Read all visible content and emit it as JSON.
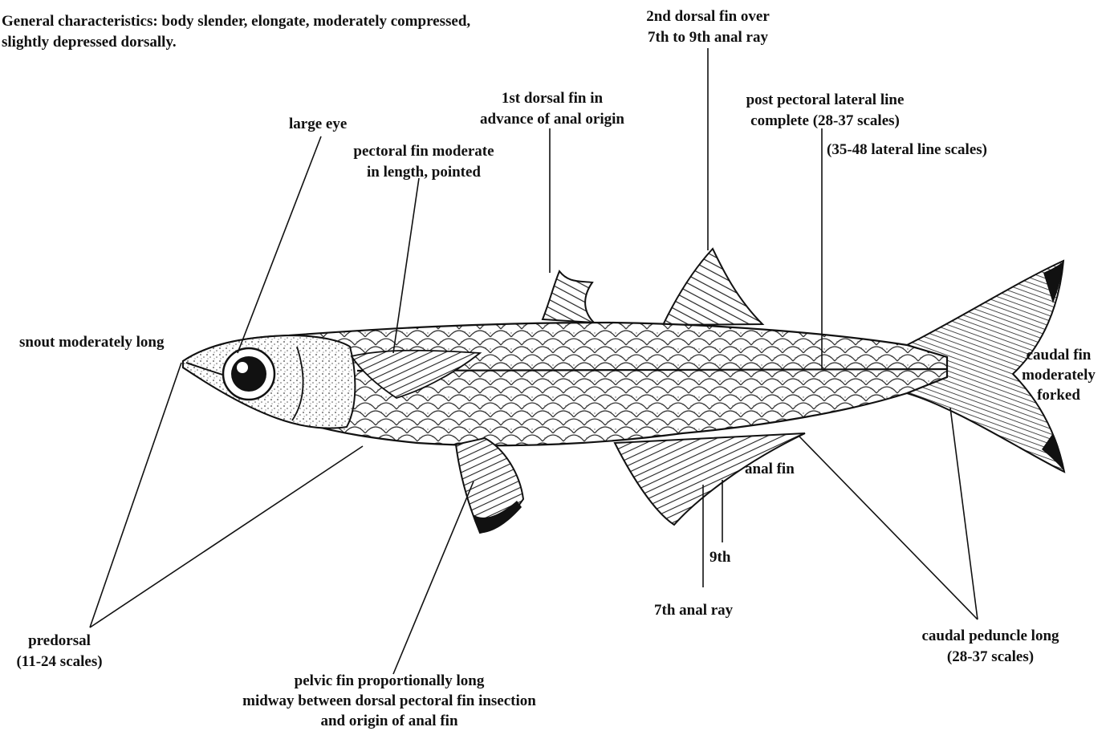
{
  "general": {
    "line1": "General characteristics:  body slender, elongate, moderately compressed,",
    "line2": "slightly depressed dorsally."
  },
  "labels": {
    "dorsal2": {
      "line1": "2nd dorsal fin over",
      "line2": "7th to 9th anal ray"
    },
    "dorsal1": {
      "line1": "1st dorsal fin in",
      "line2": "advance of anal origin"
    },
    "postpectoral": {
      "line1": "post pectoral lateral line",
      "line2": "complete (28-37 scales)"
    },
    "lateral_scales": "(35-48 lateral line scales)",
    "eye": "large eye",
    "pectoral": {
      "line1": "pectoral fin moderate",
      "line2": "in length, pointed"
    },
    "snout": "snout moderately long",
    "caudal_fin": {
      "line1": "caudal fin",
      "line2": "moderately",
      "line3": "forked"
    },
    "anal_fin": "anal fin",
    "ninth": "9th",
    "seventh": "7th anal ray",
    "peduncle": {
      "line1": "caudal peduncle long",
      "line2": "(28-37 scales)"
    },
    "predorsal": {
      "line1": "predorsal",
      "line2": "(11-24 scales)"
    },
    "pelvic": {
      "line1": "pelvic fin proportionally long",
      "line2": "midway between dorsal pectoral fin insection",
      "line3": "and origin of anal fin"
    }
  }
}
